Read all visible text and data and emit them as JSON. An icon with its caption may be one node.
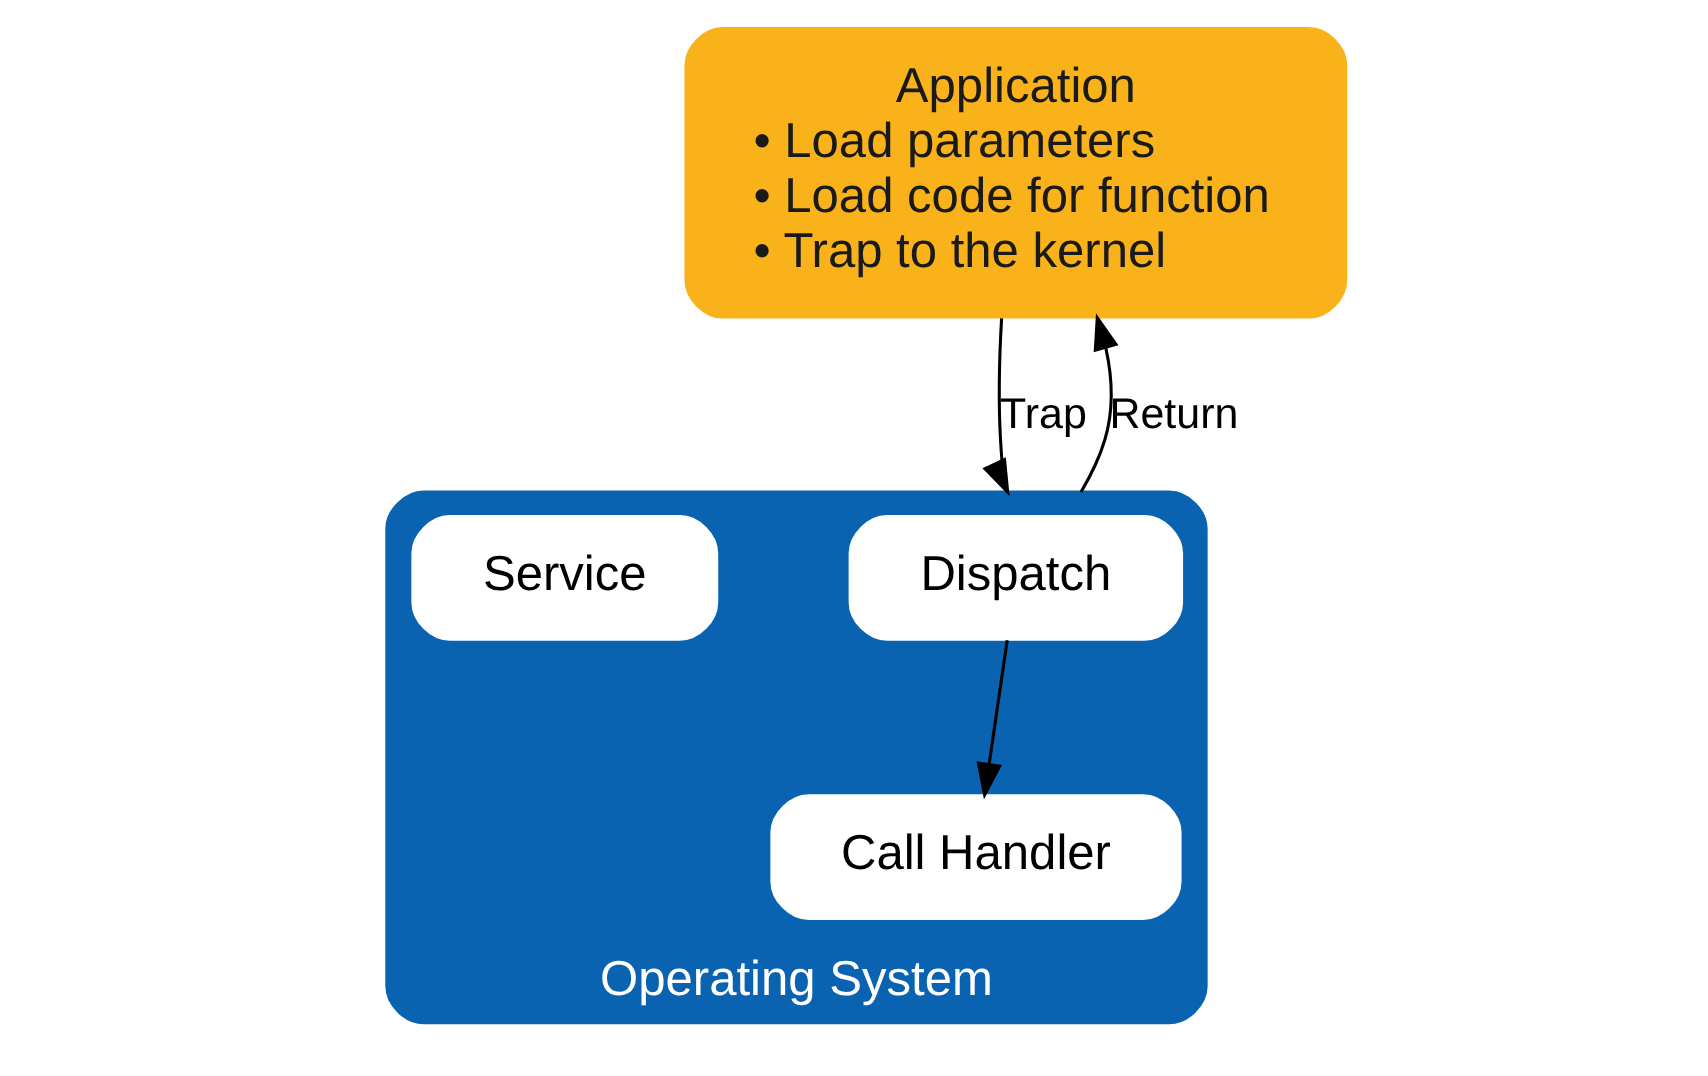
{
  "diagram": {
    "nodes": [
      {
        "text": [
          "Application",
          "• Load parameters",
          "• Load code for function",
          "• Trap to the kernel"
        ]
      },
      {
        "text": [
          "Operating System"
        ]
      },
      {
        "text": [
          "Dispatch"
        ],
        "in": 1
      },
      {
        "text": [
          "Call Handler"
        ],
        "in": 1
      },
      {
        "text": [
          "Service"
        ],
        "in": 1
      }
    ],
    "edges": [
      {
        "from": 0,
        "to": 1,
        "arrow": "to",
        "label": "Trap"
      },
      {
        "from": 2,
        "to": 3,
        "arrow": "to"
      },
      {
        "from": 1,
        "to": 0,
        "arrow": "to",
        "label": "Return"
      }
    ]
  }
}
